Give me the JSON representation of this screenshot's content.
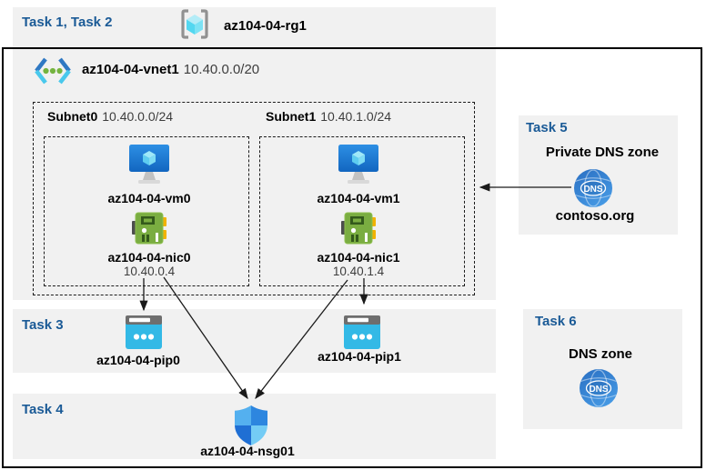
{
  "colors": {
    "band_bg": "#f1f1f1",
    "task_label_blue": "#1a5a96",
    "arrow_black": "#1a1a1a",
    "vm_blue": "#1b7edb",
    "nic_green": "#7aad41",
    "pip_cyan": "#33b9e6",
    "dns_blue": "#2f7fd0",
    "shield_blue": "#2d86df"
  },
  "header": {
    "task_label": "Task 1, Task 2",
    "resource_group_name": "az104-04-rg1"
  },
  "vnet": {
    "name": "az104-04-vnet1",
    "cidr": "10.40.0.0/20"
  },
  "subnets": [
    {
      "name": "Subnet0",
      "cidr": "10.40.0.0/24",
      "vm_name": "az104-04-vm0",
      "nic_name": "az104-04-nic0",
      "nic_ip": "10.40.0.4"
    },
    {
      "name": "Subnet1",
      "cidr": "10.40.1.0/24",
      "vm_name": "az104-04-vm1",
      "nic_name": "az104-04-nic1",
      "nic_ip": "10.40.1.4"
    }
  ],
  "task3": {
    "label": "Task 3",
    "pip0_name": "az104-04-pip0",
    "pip1_name": "az104-04-pip1"
  },
  "task4": {
    "label": "Task 4",
    "nsg_name": "az104-04-nsg01"
  },
  "task5": {
    "label": "Task 5",
    "title": "Private DNS zone",
    "zone_name": "contoso.org",
    "icon_text": "DNS"
  },
  "task6": {
    "label": "Task 6",
    "title": "DNS zone",
    "icon_text": "DNS"
  }
}
